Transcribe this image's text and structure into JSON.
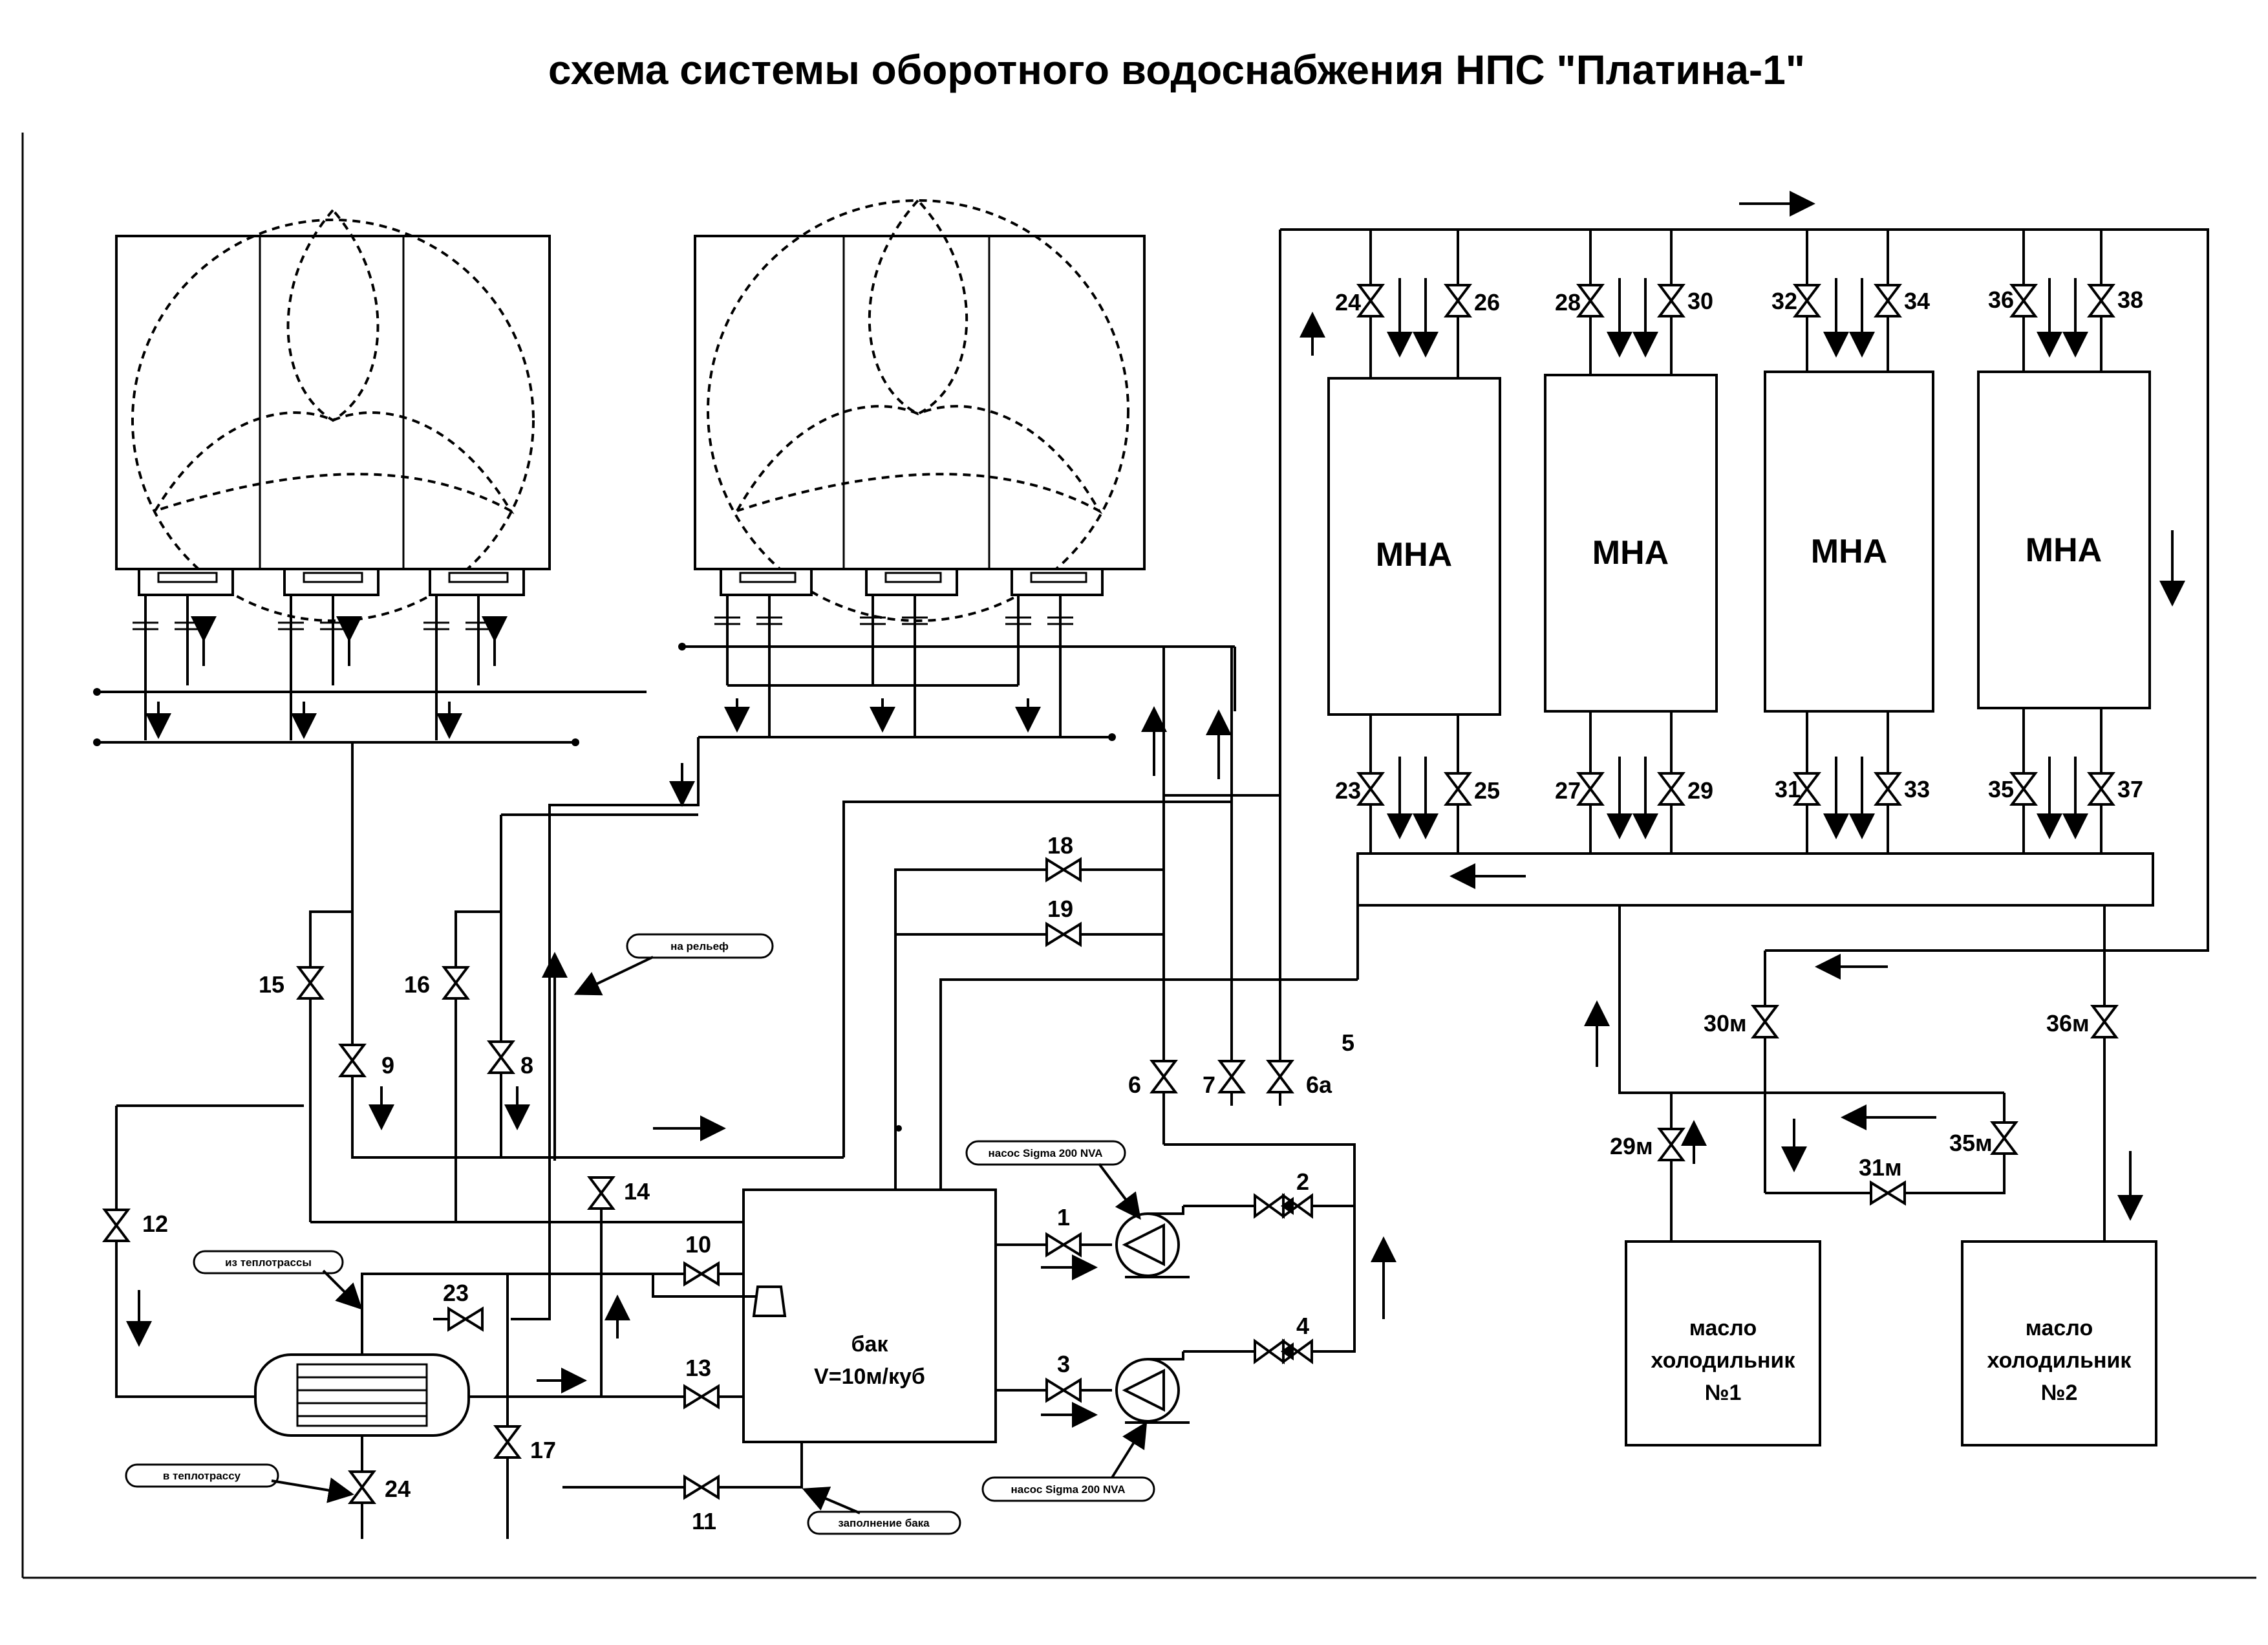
{
  "title": "схема системы оборотного водоснабжения НПС \"Платина-1\"",
  "units": {
    "mna_label": "МНА",
    "tank_label": "бак",
    "tank_volume": "V=10м/куб",
    "oil_cooler_1": [
      "масло",
      "холодильник",
      "№1"
    ],
    "oil_cooler_2": [
      "масло",
      "холодильник",
      "№2"
    ]
  },
  "callouts": {
    "relief": "на рельеф",
    "from_heating": "из теплотрассы",
    "to_heating": "в теплотрассу",
    "tank_fill": "заполнение бака",
    "pump_top": "насос Sigma 200 NVA",
    "pump_bottom": "насос Sigma 200 NVA"
  },
  "valves": {
    "v1": "1",
    "v2": "2",
    "v3": "3",
    "v4": "4",
    "v5": "5",
    "v5a": "6а",
    "v6": "6",
    "v7": "7",
    "v8": "8",
    "v9": "9",
    "v10": "10",
    "v11": "11",
    "v12": "12",
    "v13": "13",
    "v14": "14",
    "v15": "15",
    "v16": "16",
    "v17": "17",
    "v18": "18",
    "v19": "19",
    "v23": "23",
    "v24b": "24",
    "v23m": "23",
    "v24m": "24",
    "v25": "25",
    "v26": "26",
    "v27": "27",
    "v28": "28",
    "v29": "29",
    "v30": "30",
    "v31": "31",
    "v32": "32",
    "v33": "33",
    "v34": "34",
    "v35": "35",
    "v36": "36",
    "v37": "37",
    "v38": "38",
    "v29m": "29м",
    "v30m": "30м",
    "v31m": "31м",
    "v35m": "35м",
    "v36m": "36м"
  }
}
